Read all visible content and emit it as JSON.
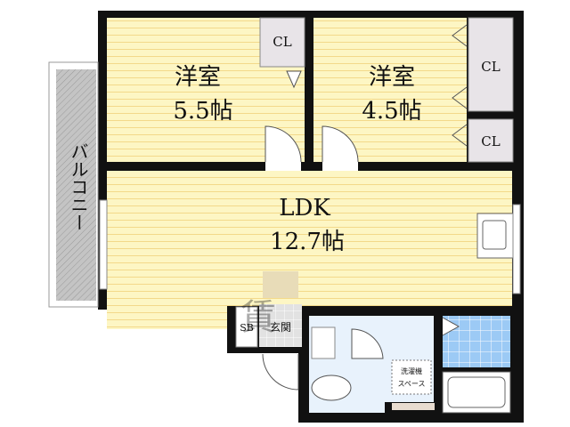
{
  "rooms": {
    "western1": {
      "name": "洋室",
      "size": "5.5帖"
    },
    "western2": {
      "name": "洋室",
      "size": "4.5帖"
    },
    "ldk": {
      "name": "LDK",
      "size": "12.7帖"
    },
    "balcony": "バルコニー",
    "closet1": "CL",
    "closet2": "CL",
    "closet3": "CL",
    "shoe_box": "SB",
    "entrance": "玄関",
    "washer": {
      "line1": "洗濯機",
      "line2": "スペース"
    }
  },
  "colors": {
    "room": "#fdf6c4",
    "stripe": "#f3d98a",
    "wall": "#111111",
    "washroom": "#e8f2fc",
    "bath": "#9ccaf5",
    "balcony": "#bdbdbd",
    "closet": "#e8e4e8"
  }
}
